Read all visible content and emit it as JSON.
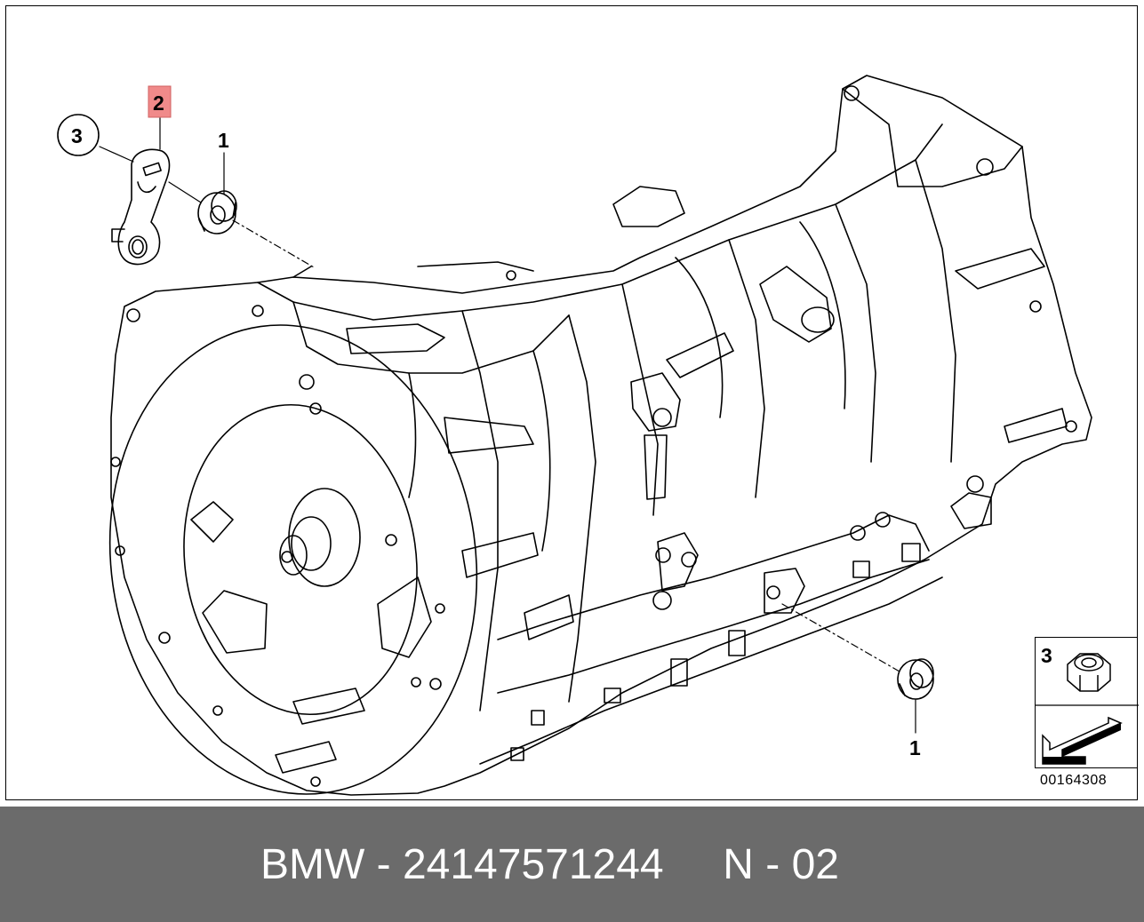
{
  "diagram": {
    "callouts": {
      "part_3": "3",
      "part_2": "2",
      "part_1_top": "1",
      "part_1_bottom": "1"
    },
    "highlight_color": "#f08a8a",
    "inset": {
      "label": "3"
    },
    "diagram_id": "00164308"
  },
  "footer": {
    "text": "BMW - 24147571244     N - 02",
    "background_color": "#6b6b6b"
  }
}
